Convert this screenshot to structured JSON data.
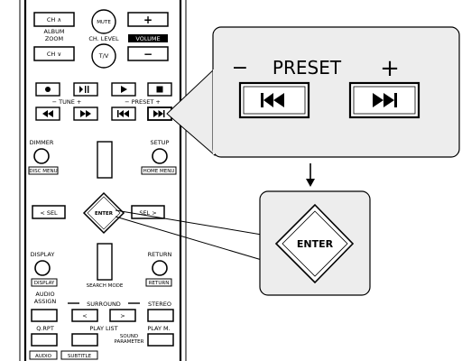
{
  "remote": {
    "ch_up": "CH ∧",
    "mute": "MUTE",
    "vol_plus": "+",
    "album_zoom_1": "ALBUM",
    "album_zoom_2": "ZOOM",
    "ch_level": "CH. LEVEL",
    "volume": "VOLUME",
    "ch_down": "CH ∨",
    "tv": "T/V",
    "vol_minus": "−",
    "tune_label": "− TUNE +",
    "preset_label": "− PRESET +",
    "dimmer": "DIMMER",
    "disc_menu": "DISC MENU",
    "setup": "SETUP",
    "home_menu": "HOME MENU",
    "sel_left": "< SEL",
    "enter": "ENTER",
    "sel_right": "SEL >",
    "display": "DISPLAY",
    "display_tag": "DISPLAY",
    "search_mode": "SEARCH MODE",
    "return": "RETURN",
    "return_tag": "RETURN",
    "audio_assign_1": "AUDIO",
    "audio_assign_2": "ASSIGN",
    "surround": "SURROUND",
    "stereo": "STEREO",
    "surround_left": "<",
    "surround_right": ">",
    "q_rpt": "Q.RPT",
    "play_list": "PLAY LIST",
    "play_m": "PLAY M.",
    "sound_param_1": "SOUND",
    "sound_param_2": "PARAMETER",
    "audio": "AUDIO",
    "subtitle": "SUBTITLE"
  },
  "callout_preset": {
    "minus": "−",
    "label": "PRESET",
    "plus": "+"
  },
  "callout_enter": {
    "label": "ENTER"
  }
}
